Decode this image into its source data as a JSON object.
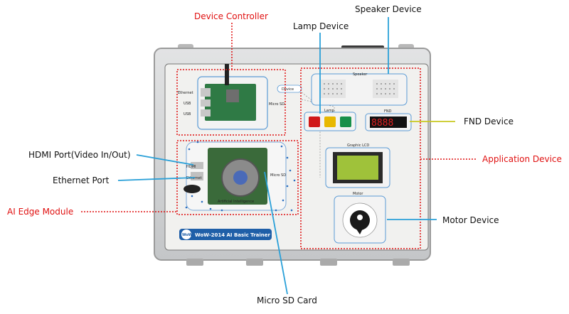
{
  "labels": {
    "device_controller": "Device Controller",
    "speaker_device": "Speaker Device",
    "lamp_device": "Lamp Device",
    "fnd_device": "FND Device",
    "application_device": "Application Device",
    "hdmi_port": "HDMI Port(Video In/Out)",
    "ethernet_port": "Ethernet Port",
    "ai_edge_module": "AI Edge Module",
    "motor_device": "Motor Device",
    "micro_sd_card": "Micro SD Card"
  },
  "board": {
    "ethernet": "Ethernet",
    "usb1": "USB",
    "usb2": "USB",
    "micro_sd": "Micro SD",
    "hdmi": "HDMI",
    "ethernet2": "Ethernet",
    "micro_sd2": "Micro SD",
    "speaker": "Speaker",
    "lamp": "Lamp",
    "fnd": "FND",
    "fnd_digits": "8888",
    "graphic_lcd": "Graphic LCD",
    "motor": "Motor",
    "artificial": "Artificial Intelligence",
    "badge_text": "WoW-2014   AI Basic Trainer",
    "logo": "WoW",
    "device_tag": "Device"
  },
  "colors": {
    "label_red": "#e01010",
    "leader_blue": "#2aa0d8",
    "leader_yellow": "#c8c820",
    "lamp_red": "#d01818",
    "lamp_yellow": "#e8b800",
    "lamp_green": "#18904a",
    "lcd_green": "#9fc23a",
    "fnd_red": "#e02020",
    "badge_blue": "#1f5fa8"
  }
}
